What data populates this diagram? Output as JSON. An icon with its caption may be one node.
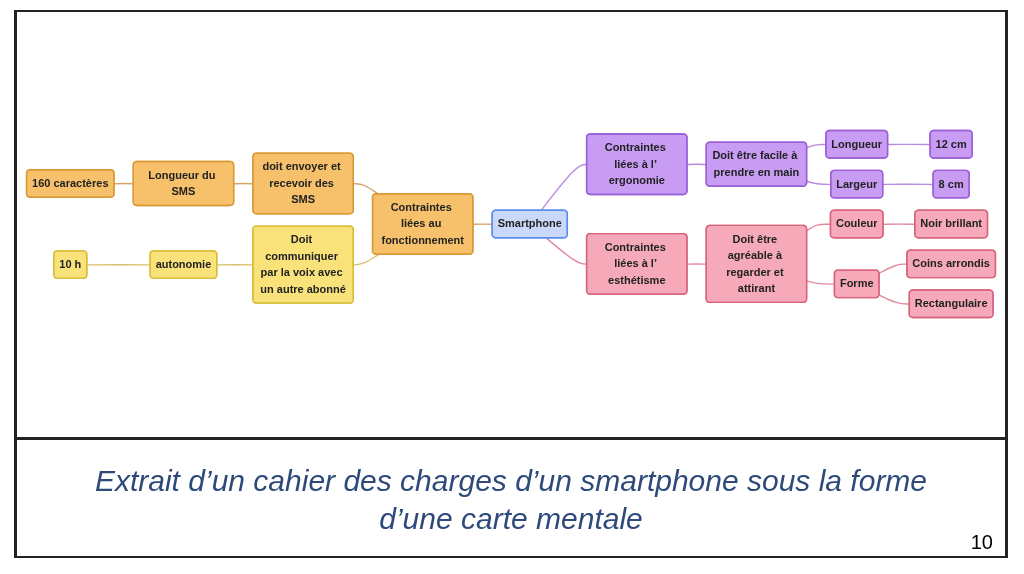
{
  "diagram": {
    "caption": "Extrait d’un cahier des charges d’un smartphone sous la forme d’une carte mentale",
    "nodes": [
      {
        "text": [
          "Smartphone"
        ]
      },
      {
        "text": [
          "Contraintes liées au fonctionnement"
        ]
      },
      {
        "text": [
          "doit envoyer et recevoir des SMS"
        ]
      },
      {
        "text": [
          "Longueur du SMS"
        ]
      },
      {
        "text": [
          "160 caractères"
        ]
      },
      {
        "text": [
          "Doit communiquer par la voix avec un autre abonné"
        ]
      },
      {
        "text": [
          "autonomie"
        ]
      },
      {
        "text": [
          "10 h"
        ]
      },
      {
        "text": [
          "Contraintes liées à l’ ergonomie"
        ]
      },
      {
        "text": [
          "Doit être facile à prendre en main"
        ]
      },
      {
        "text": [
          "Longueur"
        ]
      },
      {
        "text": [
          "12 cm"
        ]
      },
      {
        "text": [
          "Largeur"
        ]
      },
      {
        "text": [
          "8 cm"
        ]
      },
      {
        "text": [
          "Contraintes liées à l’ esthétisme"
        ]
      },
      {
        "text": [
          "Doit être agréable à regarder et attirant"
        ]
      },
      {
        "text": [
          "Couleur"
        ]
      },
      {
        "text": [
          "Noir brillant"
        ]
      },
      {
        "text": [
          "Forme"
        ]
      },
      {
        "text": [
          "Coins arrondis"
        ]
      },
      {
        "text": [
          "Rectangulaire"
        ]
      }
    ],
    "edges": [
      {
        "from": 4,
        "to": 3,
        "arrow": "none"
      },
      {
        "from": 3,
        "to": 2,
        "arrow": "none"
      },
      {
        "from": 2,
        "to": 1,
        "arrow": "none"
      },
      {
        "from": 7,
        "to": 6,
        "arrow": "none"
      },
      {
        "from": 6,
        "to": 5,
        "arrow": "none"
      },
      {
        "from": 5,
        "to": 1,
        "arrow": "none"
      },
      {
        "from": 1,
        "to": 0,
        "arrow": "none"
      },
      {
        "from": 0,
        "to": 8,
        "arrow": "none"
      },
      {
        "from": 8,
        "to": 9,
        "arrow": "none"
      },
      {
        "from": 9,
        "to": 10,
        "arrow": "none"
      },
      {
        "from": 10,
        "to": 11,
        "arrow": "none"
      },
      {
        "from": 9,
        "to": 12,
        "arrow": "none"
      },
      {
        "from": 12,
        "to": 13,
        "arrow": "none"
      },
      {
        "from": 0,
        "to": 14,
        "arrow": "none"
      },
      {
        "from": 14,
        "to": 15,
        "arrow": "none"
      },
      {
        "from": 15,
        "to": 16,
        "arrow": "none"
      },
      {
        "from": 16,
        "to": 17,
        "arrow": "none"
      },
      {
        "from": 15,
        "to": 18,
        "arrow": "none"
      },
      {
        "from": 18,
        "to": 19,
        "arrow": "none"
      },
      {
        "from": 18,
        "to": 20,
        "arrow": "none"
      }
    ],
    "labels": [
      "10"
    ]
  }
}
